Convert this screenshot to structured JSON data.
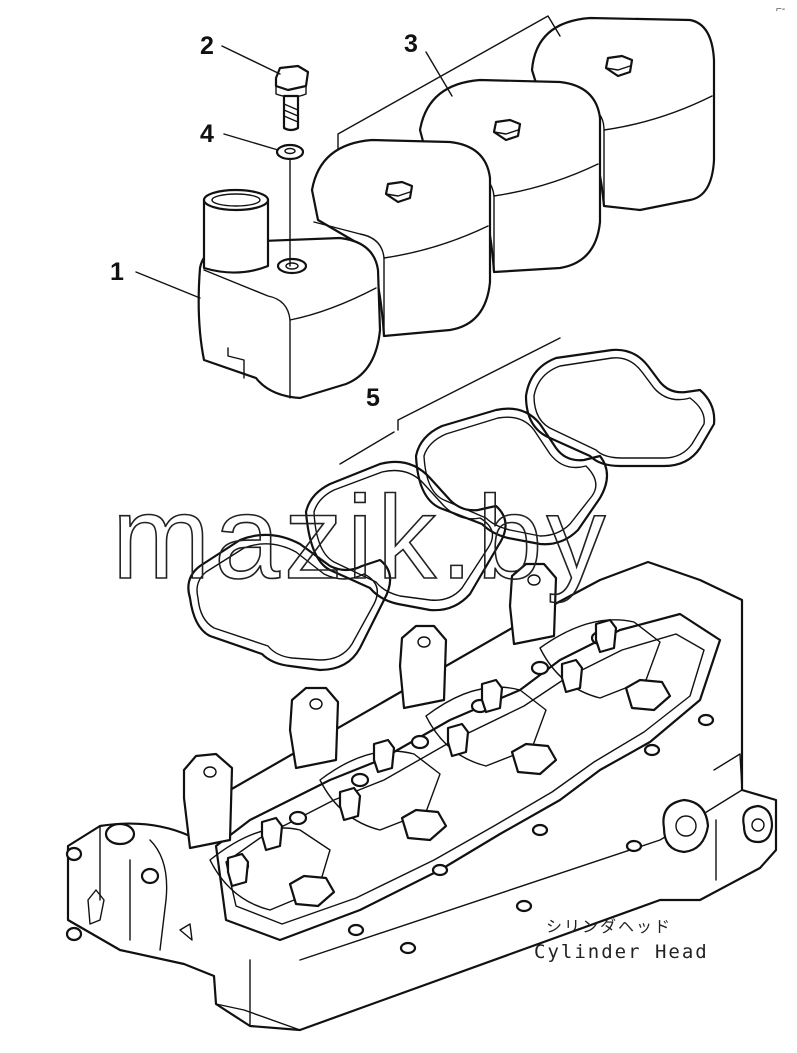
{
  "callouts": {
    "c1": "1",
    "c2": "2",
    "c3": "3",
    "c4": "4",
    "c5": "5"
  },
  "caption": {
    "japanese": "シリンダヘッド",
    "english": "Cylinder Head"
  },
  "watermark": "mazik.by",
  "corner_mark": "⌐-"
}
